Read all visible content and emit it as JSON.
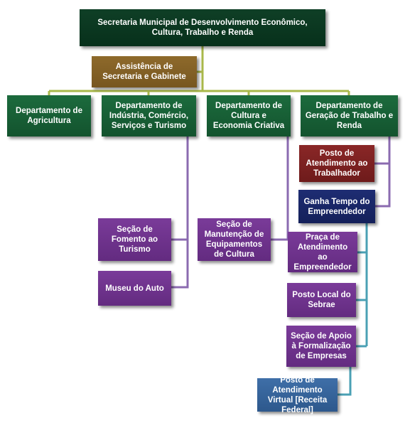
{
  "chart": {
    "root": "Secretaria Municipal de Desenvolvimento Econômico, Cultura, Trabalho e Renda",
    "assistance": "Assistência de Secretaria e Gabinete",
    "departments": {
      "agriculture": "Departamento de Agricultura",
      "industry": "Departamento de Indústria, Comércio, Serviços e Turismo",
      "culture": "Departamento de Cultura e Economia Criativa",
      "employment": "Departamento de Geração de Trabalho e Renda"
    },
    "industry_children": {
      "tourism": "Seção de Fomento ao Turismo",
      "museum": "Museu do Auto"
    },
    "culture_children": {
      "maintenance": "Seção de Manutenção de Equipamentos de Cultura"
    },
    "employment_children": {
      "sine": "Posto de Atendimento ao Trabalhador",
      "ganha_tempo": "Ganha Tempo do Empreendedor"
    },
    "ganha_tempo_children": {
      "praca": "Praça de Atendimento ao Empreendedor",
      "sebrae": "Posto Local do Sebrae",
      "apoio": "Seção de Apoio à Formalização de Empresas",
      "virtual": "Posto de Atendimento Virtual [Receita Federal]"
    }
  },
  "colors": {
    "root": "#0b3a22",
    "department": "#1a6a3c",
    "assistance": "#8a672a",
    "sine": "#7e2222",
    "ganha_tempo": "#1b2a6b",
    "section": "#713592",
    "virtual": "#36649b",
    "connector_main": "#a9b84a",
    "connector_purple": "#8b6bb0",
    "connector_teal": "#4aa0b4"
  }
}
